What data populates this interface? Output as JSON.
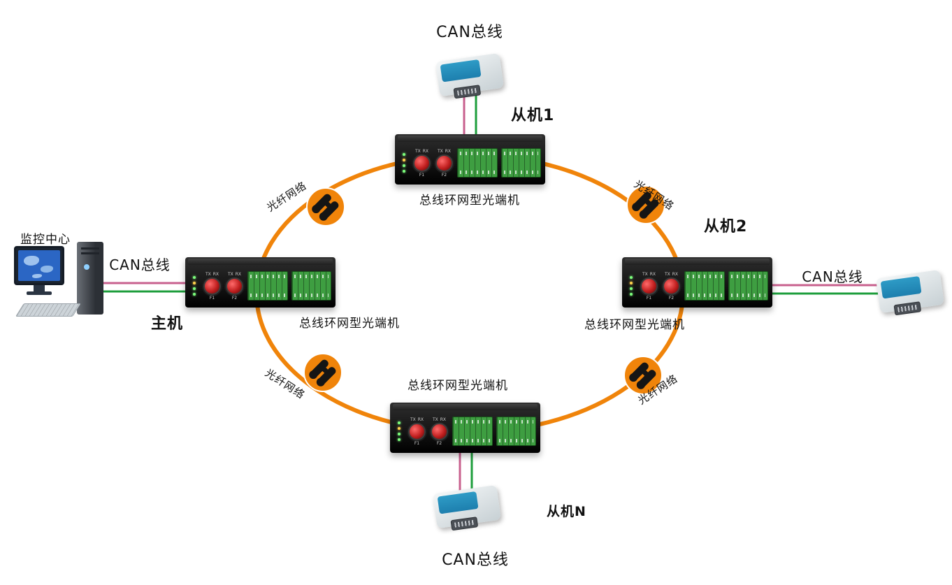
{
  "labels": {
    "can_bus": "CAN总线",
    "fiber_network": "光纤网络",
    "optical_terminal": "总线环网型光端机",
    "monitoring_center": "监控中心",
    "master": "主机",
    "slave1": "从机1",
    "slave2": "从机2",
    "slave_n": "从机N"
  },
  "device": {
    "tx": "TX",
    "rx": "RX",
    "f1": "F1",
    "f2": "F2"
  },
  "colors": {
    "ring_orange": "#F0840A",
    "can_pink": "#C8608E",
    "can_green": "#1E9E3C",
    "device_black": "#151515",
    "terminal_green": "#3E9E41",
    "connector_red": "#C01E1E",
    "converter_blue": "#2E9BC6"
  }
}
